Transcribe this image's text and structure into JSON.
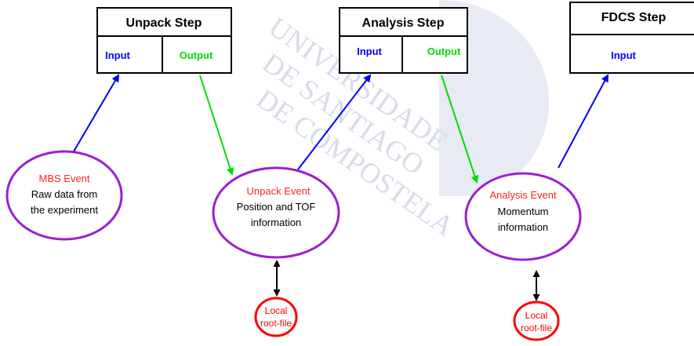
{
  "colors": {
    "background": "#ffffff",
    "watermark": "#c3c9e0",
    "box_stroke": "#000000",
    "input_blue": "#0000ff",
    "output_green": "#00dd00",
    "ellipse_purple": "#9b1fd1",
    "event_red": "#ff2222",
    "file_red": "#ff0000",
    "arrow_black": "#000000"
  },
  "watermark": {
    "lines": [
      "UNIVERSIDADE",
      "DE SANTIAGO",
      "DE COMPOSTELA"
    ]
  },
  "steps": {
    "unpack": {
      "title": "Unpack Step",
      "input_label": "Input",
      "output_label": "Output"
    },
    "analysis": {
      "title": "Analysis Step",
      "input_label": "Input",
      "output_label": "Output"
    },
    "fdcs": {
      "title": "FDCS Step",
      "input_label": "Input"
    }
  },
  "events": {
    "mbs": {
      "title": "MBS Event",
      "desc": [
        "Raw data from",
        "the experiment"
      ]
    },
    "unpack": {
      "title": "Unpack Event",
      "desc": [
        "Position and TOF",
        "information"
      ]
    },
    "analysis": {
      "title": "Analysis Event",
      "desc": [
        "Momentum",
        "information"
      ]
    }
  },
  "files": {
    "unpack_file": {
      "lines": [
        "Local",
        "root-file"
      ]
    },
    "analysis_file": {
      "lines": [
        "Local",
        "root-file"
      ]
    }
  }
}
